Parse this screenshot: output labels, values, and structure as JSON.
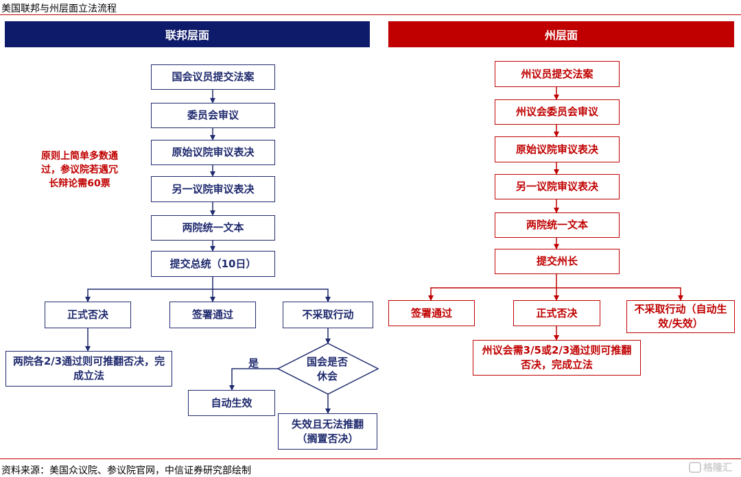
{
  "title": "美国联邦与州层面立法流程",
  "headers": {
    "federal": "联邦层面",
    "state": "州层面"
  },
  "federal": {
    "steps": [
      "国会议员提交法案",
      "委员会审议",
      "原始议院审议表决",
      "另一议院审议表决",
      "两院统一文本",
      "提交总统（10日）"
    ],
    "outcomes": [
      "正式否决",
      "签署通过",
      "不采取行动"
    ],
    "override_note": "两院各2/3通过则可推翻否决，完成立法",
    "decision": "国会是否休会",
    "yes_label": "是",
    "yes_result": "自动生效",
    "no_result": "失效且无法推翻（搁置否决）"
  },
  "senate_note": "原则上简单多数通过，参议院若遇冗长辩论需60票",
  "state": {
    "steps": [
      "州议员提交法案",
      "州议会委员会审议",
      "原始议院审议表决",
      "另一议院审议表决",
      "两院统一文本",
      "提交州长"
    ],
    "outcomes": [
      "签署通过",
      "正式否决",
      "不采取行动（自动生效/失效）"
    ],
    "override_note": "州议会需3/5或2/3通过则可推翻否决，完成立法"
  },
  "source": "资料来源：美国众议院、参议院官网，中信证券研究部绘制",
  "watermark": "格隆汇",
  "colors": {
    "federal": "#1f2a6e",
    "federal_header": "#0e1a6a",
    "state": "#c00000"
  }
}
